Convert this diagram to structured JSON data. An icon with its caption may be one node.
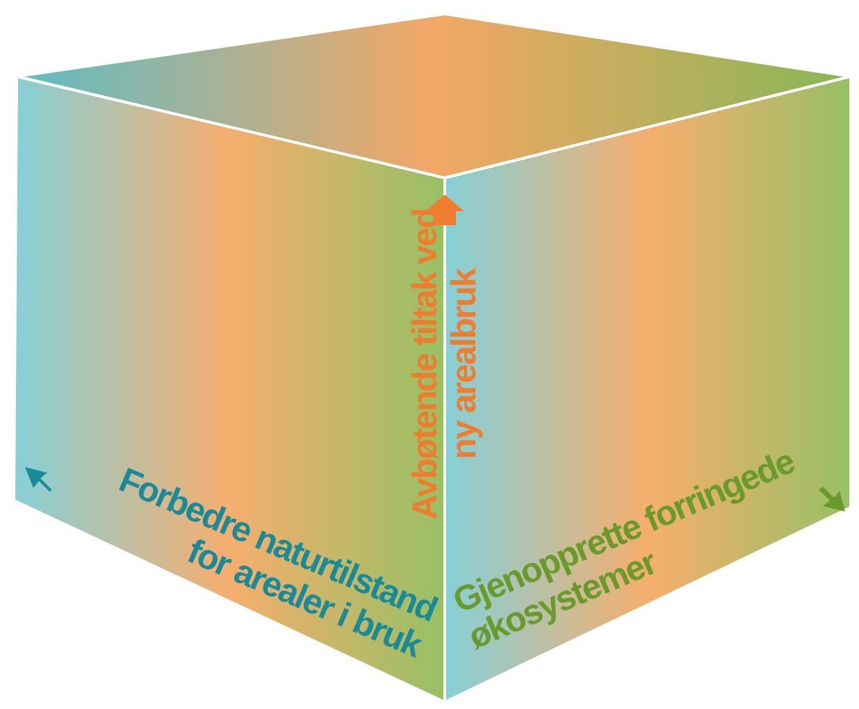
{
  "diagram": {
    "labels": [
      "Avbøtende tiltak ved ny arealbruk",
      "Forbedre naturtilstand for arealer i bruk",
      "Gjenopprette forringede økosystemer"
    ]
  }
}
